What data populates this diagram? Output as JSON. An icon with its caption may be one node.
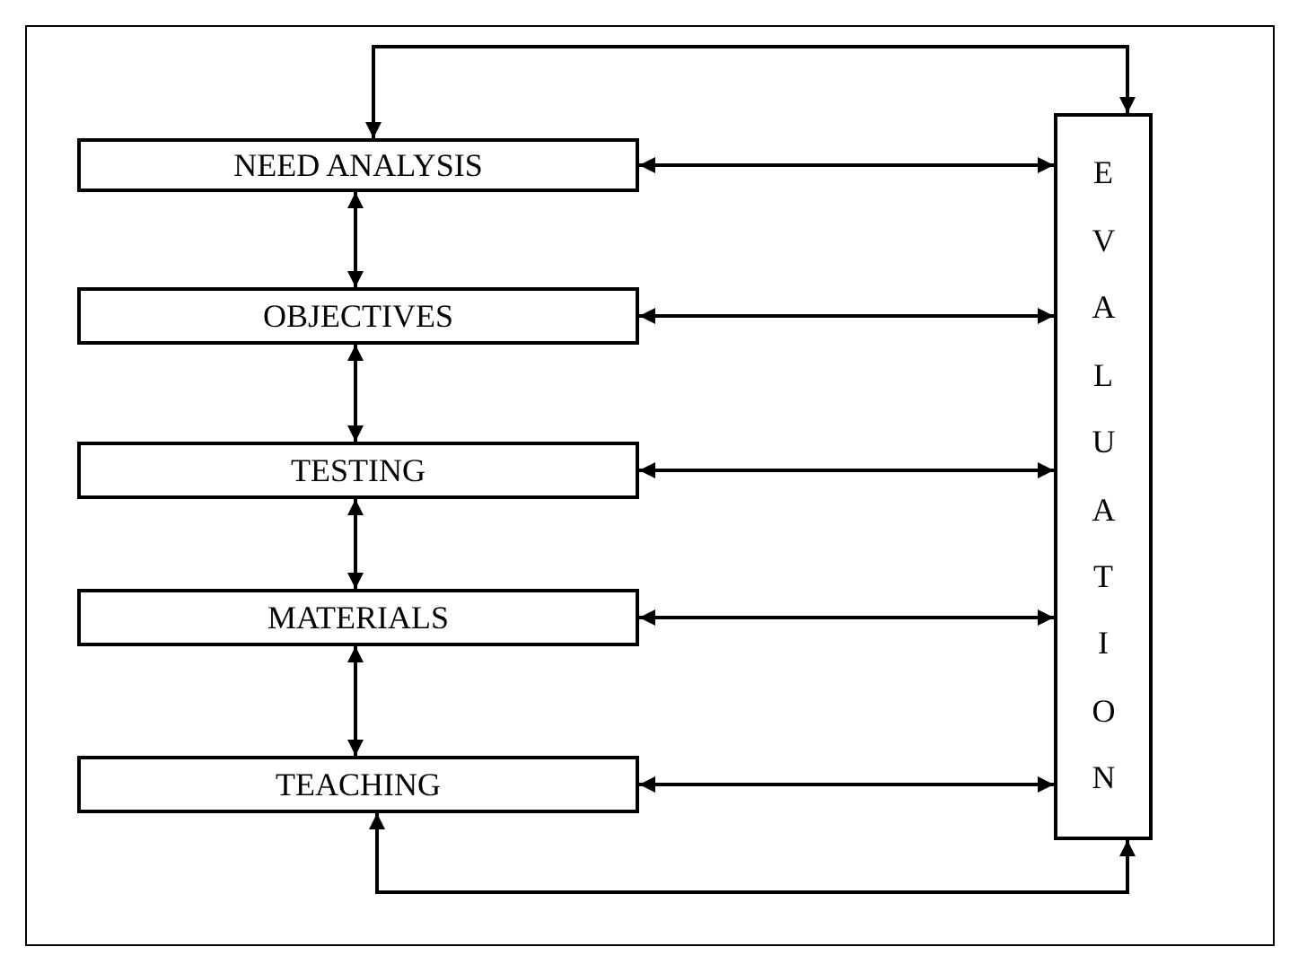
{
  "diagram": {
    "nodes": [
      {
        "text": [
          "NEED ANALYSIS"
        ]
      },
      {
        "text": [
          "OBJECTIVES"
        ]
      },
      {
        "text": [
          "TESTING"
        ]
      },
      {
        "text": [
          "MATERIALS"
        ]
      },
      {
        "text": [
          "TEACHING"
        ]
      },
      {
        "text": [
          "EVALUATION"
        ]
      }
    ],
    "edges": [
      {
        "from": 0,
        "to": 1,
        "arrow": "both"
      },
      {
        "from": 1,
        "to": 2,
        "arrow": "both"
      },
      {
        "from": 2,
        "to": 3,
        "arrow": "both"
      },
      {
        "from": 3,
        "to": 4,
        "arrow": "both"
      },
      {
        "from": 0,
        "to": 5,
        "arrow": "both"
      },
      {
        "from": 1,
        "to": 5,
        "arrow": "both"
      },
      {
        "from": 2,
        "to": 5,
        "arrow": "both"
      },
      {
        "from": 3,
        "to": 5,
        "arrow": "both"
      },
      {
        "from": 4,
        "to": 5,
        "arrow": "both"
      },
      {
        "from": 0,
        "to": 5,
        "arrow": "both"
      },
      {
        "from": 4,
        "to": 5,
        "arrow": "both"
      }
    ]
  }
}
